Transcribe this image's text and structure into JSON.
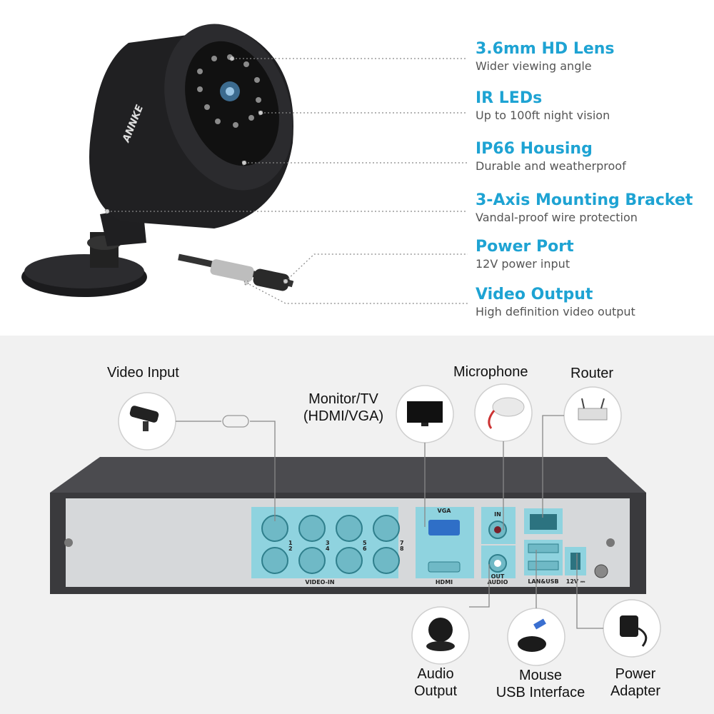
{
  "camera": {
    "brand": "ANNKE",
    "callouts": [
      {
        "title": "3.6mm HD Lens",
        "subtitle": "Wider viewing angle"
      },
      {
        "title": "IR LEDs",
        "subtitle": "Up to 100ft night vision"
      },
      {
        "title": "IP66 Housing",
        "subtitle": "Durable and weatherproof"
      },
      {
        "title": "3-Axis Mounting Bracket",
        "subtitle": "Vandal-proof wire protection"
      },
      {
        "title": "Power Port",
        "subtitle": "12V power input"
      },
      {
        "title": "Video Output",
        "subtitle": "High definition video output"
      }
    ]
  },
  "dvr": {
    "connections": {
      "video_input": "Video Input",
      "monitor_line1": "Monitor/TV",
      "monitor_line2": "(HDMI/VGA)",
      "microphone": "Microphone",
      "router": "Router",
      "audio_output_line1": "Audio",
      "audio_output_line2": "Output",
      "mouse_line1": "Mouse",
      "mouse_line2": "USB Interface",
      "power_line1": "Power",
      "power_line2": "Adapter"
    },
    "panel": {
      "video_in": "VIDEO-IN",
      "vga": "VGA",
      "hdmi": "HDMI",
      "audio": "AUDIO",
      "audio_in": "IN",
      "audio_out": "OUT",
      "lan_usb": "LAN&USB",
      "power": "12V ⎓",
      "channels": [
        "1",
        "2",
        "3",
        "4",
        "5",
        "6",
        "7",
        "8"
      ]
    },
    "colors": {
      "accent": "#1ea3d3",
      "port_panel": "#8fd3df"
    }
  }
}
